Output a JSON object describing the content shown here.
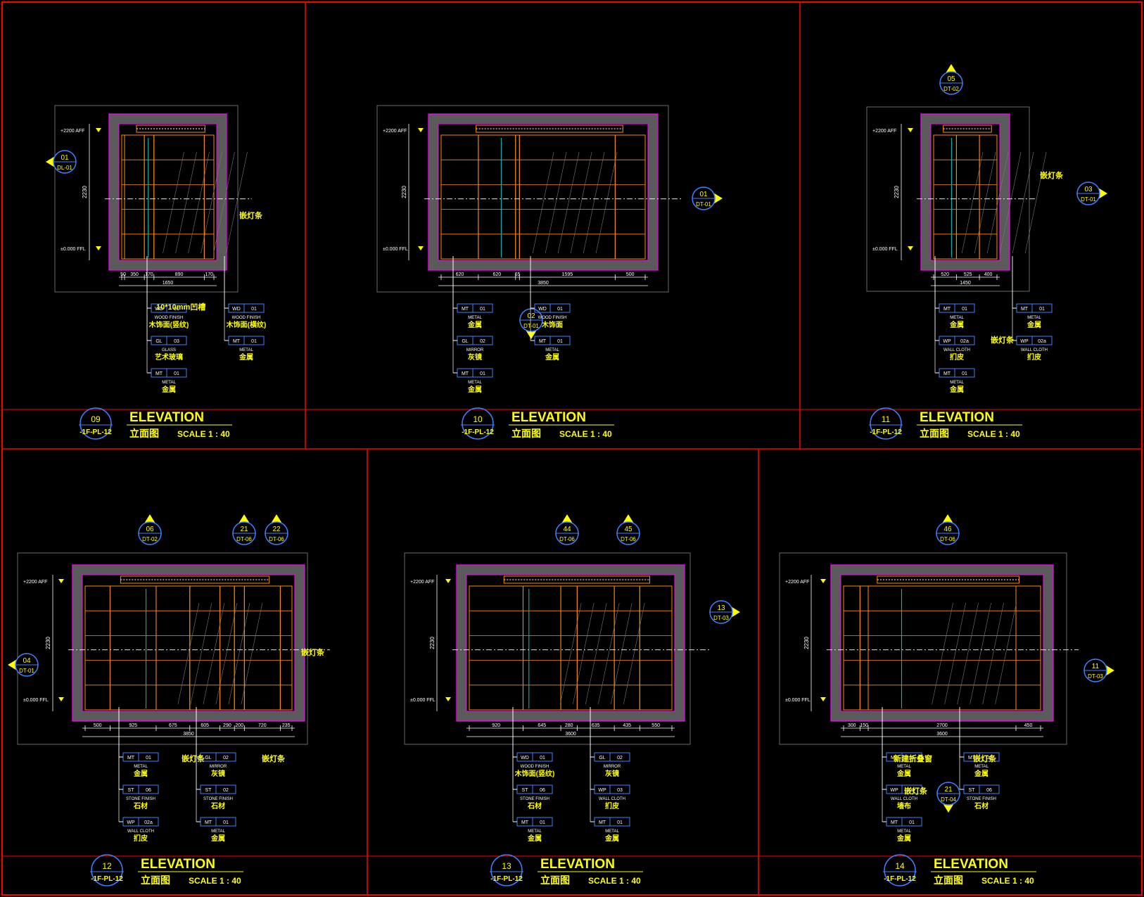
{
  "colors": {
    "background": "#000000",
    "frame": "#ff0000",
    "text": "#ffff00",
    "wall": "#ff00ff",
    "fill_gray": "#5a5a5a",
    "orange": "#ff8c00",
    "blue": "#3f7fff",
    "cyan": "#00c8c8",
    "white": "#ffffff"
  },
  "common": {
    "title": "ELEVATION",
    "subtitle": "立面图",
    "scale": "SCALE 1 : 40",
    "sheet_ref": "-1F-PL-12",
    "level_top": "+2200 AFF",
    "level_bottom": "±0.000 FFL"
  },
  "panels": [
    {
      "number": "09",
      "overall_width": "1650",
      "height": "2230",
      "dims": [
        "50",
        "350",
        "170",
        "890",
        "170"
      ],
      "callouts": [
        {
          "num": "01",
          "ref": "DL-01"
        }
      ],
      "labels": [
        {
          "code": "WD",
          "num": "01",
          "en": "WOOD FINISH",
          "cn": "木饰面(竖纹)"
        },
        {
          "code": "WD",
          "num": "01",
          "en": "WOOD FINISH",
          "cn": "木饰面(横纹)"
        },
        {
          "code": "GL",
          "num": "03",
          "en": "GLASS",
          "cn": "艺术玻璃"
        },
        {
          "code": "MT",
          "num": "01",
          "en": "METAL",
          "cn": "金属"
        },
        {
          "code": "MT",
          "num": "01",
          "en": "METAL",
          "cn": "金属"
        }
      ],
      "notes": [
        "嵌灯条",
        "10*10mm凹槽"
      ]
    },
    {
      "number": "10",
      "overall_width": "3850",
      "height": "2230",
      "dims": [
        "620",
        "620",
        "65",
        "1595",
        "500"
      ],
      "callouts": [
        {
          "num": "01",
          "ref": "DT-01"
        },
        {
          "num": "02",
          "ref": "DT-01"
        }
      ],
      "labels": [
        {
          "code": "MT",
          "num": "01",
          "en": "METAL",
          "cn": "金属"
        },
        {
          "code": "WD",
          "num": "01",
          "en": "WOOD FINISH",
          "cn": "木饰面"
        },
        {
          "code": "GL",
          "num": "02",
          "en": "MIRROR",
          "cn": "灰镜"
        },
        {
          "code": "MT",
          "num": "01",
          "en": "METAL",
          "cn": "金属"
        },
        {
          "code": "MT",
          "num": "01",
          "en": "METAL",
          "cn": "金属"
        }
      ],
      "notes": []
    },
    {
      "number": "11",
      "overall_width": "1450",
      "height": "2230",
      "dims": [
        "520",
        "525",
        "400"
      ],
      "callouts": [
        {
          "num": "05",
          "ref": "DT-02"
        },
        {
          "num": "03",
          "ref": "DT-01"
        }
      ],
      "labels": [
        {
          "code": "MT",
          "num": "01",
          "en": "METAL",
          "cn": "金属"
        },
        {
          "code": "MT",
          "num": "01",
          "en": "METAL",
          "cn": "金属"
        },
        {
          "code": "WP",
          "num": "02a",
          "en": "WALL CLOTH",
          "cn": "扪皮"
        },
        {
          "code": "WP",
          "num": "02a",
          "en": "WALL CLOTH",
          "cn": "扪皮"
        },
        {
          "code": "MT",
          "num": "01",
          "en": "METAL",
          "cn": "金属"
        }
      ],
      "notes": [
        "嵌灯条",
        "嵌灯条"
      ]
    },
    {
      "number": "12",
      "overall_width": "3850",
      "height": "2230",
      "dims": [
        "500",
        "925",
        "675",
        "605",
        "290",
        "200",
        "720",
        "235"
      ],
      "callouts": [
        {
          "num": "06",
          "ref": "DT-02"
        },
        {
          "num": "21",
          "ref": "DT-06"
        },
        {
          "num": "22",
          "ref": "DT-06"
        },
        {
          "num": "04",
          "ref": "DT-01"
        }
      ],
      "labels": [
        {
          "code": "MT",
          "num": "01",
          "en": "METAL",
          "cn": "金属"
        },
        {
          "code": "GL",
          "num": "02",
          "en": "MIRROR",
          "cn": "灰镜"
        },
        {
          "code": "ST",
          "num": "06",
          "en": "STONE FINISH",
          "cn": "石材"
        },
        {
          "code": "ST",
          "num": "02",
          "en": "STONE FINISH",
          "cn": "石材"
        },
        {
          "code": "WP",
          "num": "02a",
          "en": "WALL CLOTH",
          "cn": "扪皮"
        },
        {
          "code": "MT",
          "num": "01",
          "en": "METAL",
          "cn": "金属"
        },
        {
          "code": "MT",
          "num": "01",
          "en": "METAL",
          "cn": "金属"
        },
        {
          "code": "MT",
          "num": "01",
          "en": "METAL",
          "cn": "金属"
        }
      ],
      "notes": [
        "嵌灯条",
        "嵌灯条",
        "嵌灯条"
      ]
    },
    {
      "number": "13",
      "overall_width": "3600",
      "height": "2230",
      "dims": [
        "920",
        "645",
        "280",
        "635",
        "435",
        "550"
      ],
      "callouts": [
        {
          "num": "44",
          "ref": "DT-06"
        },
        {
          "num": "45",
          "ref": "DT-06"
        },
        {
          "num": "13",
          "ref": "DT-03"
        }
      ],
      "labels": [
        {
          "code": "WD",
          "num": "01",
          "en": "WOOD FINISH",
          "cn": "木饰面(竖纹)"
        },
        {
          "code": "GL",
          "num": "02",
          "en": "MIRROR",
          "cn": "灰镜"
        },
        {
          "code": "ST",
          "num": "06",
          "en": "STONE FINISH",
          "cn": "石材"
        },
        {
          "code": "WP",
          "num": "03",
          "en": "WALL CLOTH",
          "cn": "扪皮"
        },
        {
          "code": "MT",
          "num": "01",
          "en": "METAL",
          "cn": "金属"
        },
        {
          "code": "MT",
          "num": "01",
          "en": "METAL",
          "cn": "金属"
        }
      ],
      "notes": []
    },
    {
      "number": "14",
      "overall_width": "3600",
      "height": "2230",
      "dims": [
        "300",
        "150",
        "2700",
        "450"
      ],
      "callouts": [
        {
          "num": "46",
          "ref": "DT-06"
        },
        {
          "num": "11",
          "ref": "DT-03"
        },
        {
          "num": "21",
          "ref": "DT-04"
        }
      ],
      "labels": [
        {
          "code": "MT",
          "num": "01",
          "en": "METAL",
          "cn": "金属"
        },
        {
          "code": "MT",
          "num": "01",
          "en": "METAL",
          "cn": "金属"
        },
        {
          "code": "WP",
          "num": "01",
          "en": "WALL CLOTH",
          "cn": "墙布"
        },
        {
          "code": "ST",
          "num": "06",
          "en": "STONE FINISH",
          "cn": "石材"
        },
        {
          "code": "MT",
          "num": "01",
          "en": "METAL",
          "cn": "金属"
        }
      ],
      "notes": [
        "新建折叠窗",
        "嵌灯条",
        "嵌灯条"
      ]
    }
  ]
}
